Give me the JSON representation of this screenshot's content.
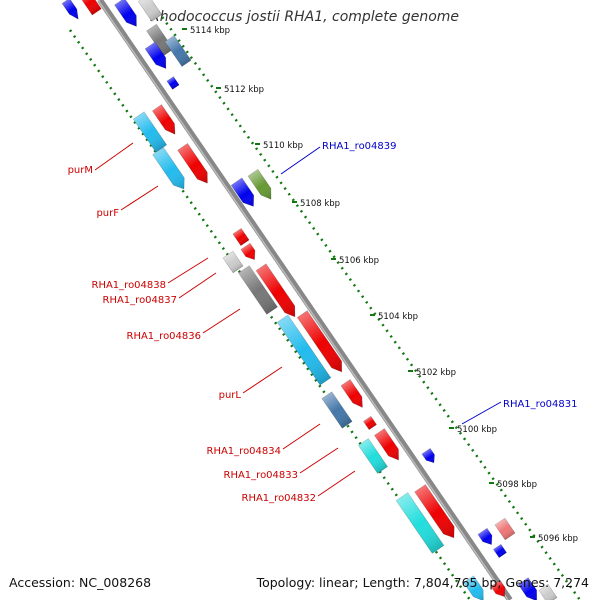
{
  "title": {
    "organism": "Rhodococcus jostii RHA1",
    "suffix": ", complete genome"
  },
  "footer": {
    "accession": "Accession: NC_008268",
    "summary": "Topology: linear; Length: 7,804,765 bp; Genes: 7,274"
  },
  "ticks": [
    "5114 kbp",
    "5112 kbp",
    "5110 kbp",
    "5108 kbp",
    "5106 kbp",
    "5104 kbp",
    "5102 kbp",
    "5100 kbp",
    "5098 kbp",
    "5096 kbp"
  ],
  "labels": {
    "purM": "purM",
    "purF": "purF",
    "ro04838": "RHA1_ro04838",
    "ro04837": "RHA1_ro04837",
    "ro04836": "RHA1_ro04836",
    "purL": "purL",
    "ro04834": "RHA1_ro04834",
    "ro04833": "RHA1_ro04833",
    "ro04832": "RHA1_ro04832",
    "ro04839": "RHA1_ro04839",
    "ro04831": "RHA1_ro04831"
  },
  "colors": {
    "red": "#ee0000",
    "blue": "#0000ee",
    "light_blue": "#22bbee",
    "cyan": "#22dddd",
    "steel_blue": "#4477aa",
    "olive": "#669933",
    "gray": "#777777",
    "light_gray": "#cccccc",
    "pink": "#ee7777",
    "tick_green": "#117711",
    "backbone": "#888888"
  }
}
